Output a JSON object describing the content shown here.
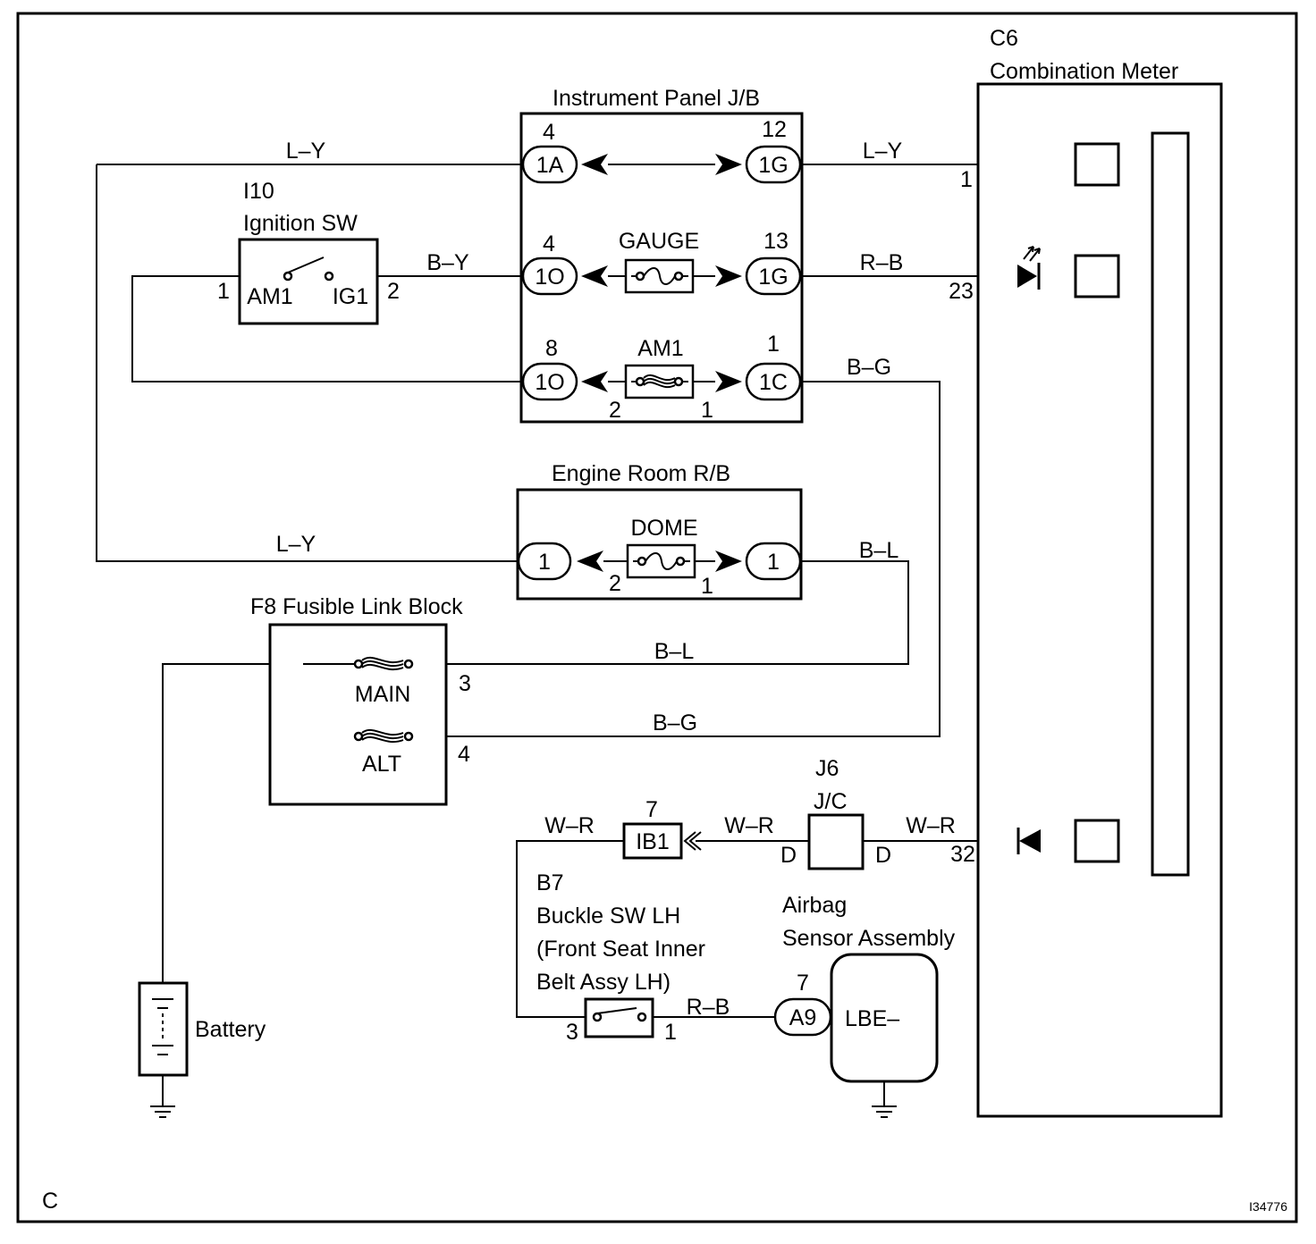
{
  "labels": {
    "instrument_panel_jb": "Instrument Panel J/B",
    "engine_room_rb": "Engine Room R/B",
    "fusible_link_block": "F8 Fusible Link Block",
    "ignition_sw_code": "I10",
    "ignition_sw_name": "Ignition SW",
    "combination_meter_code": "C6",
    "combination_meter_name": "Combination Meter",
    "jc_code": "J6",
    "jc_name": "J/C",
    "buckle_sw_code": "B7",
    "buckle_sw_line1": "Buckle SW LH",
    "buckle_sw_line2": "(Front Seat Inner",
    "buckle_sw_line3": "Belt Assy LH)",
    "airbag_line1": "Airbag",
    "airbag_line2": "Sensor Assembly",
    "airbag_terminal": "LBE–",
    "battery": "Battery",
    "corner_code": "C",
    "figure_id": "I34776"
  },
  "fuses": {
    "gauge": "GAUGE",
    "am1": "AM1",
    "dome": "DOME",
    "main": "MAIN",
    "alt": "ALT"
  },
  "switch_terminals": {
    "am1": "AM1",
    "ig1": "IG1"
  },
  "connectors": {
    "jb_left_top": "1A",
    "jb_left_mid": "1O",
    "jb_left_bot": "1O",
    "jb_right_top": "1G",
    "jb_right_mid": "1G",
    "jb_right_bot": "1C",
    "rb_left": "1",
    "rb_right": "1",
    "ib1": "IB1",
    "a9": "A9"
  },
  "pins": {
    "jb_lt": "4",
    "jb_rt": "12",
    "jb_lm": "4",
    "jb_rm": "13",
    "jb_lb": "8",
    "jb_rb": "1",
    "am1_fuse_left": "2",
    "am1_fuse_right": "1",
    "dome_left": "2",
    "dome_right": "1",
    "ign_left": "1",
    "ign_right": "2",
    "meter_1": "1",
    "meter_23": "23",
    "meter_32": "32",
    "fl_main": "3",
    "fl_alt": "4",
    "ib1_pin": "7",
    "jc_left": "D",
    "jc_right": "D",
    "buckle_left": "3",
    "buckle_right": "1",
    "a9_pin": "7"
  },
  "wires": {
    "ly_top": "L–Y",
    "ly_meter": "L–Y",
    "by": "B–Y",
    "rb_meter": "R–B",
    "bg_top": "B–G",
    "ly_rb": "L–Y",
    "bl_rb": "B–L",
    "bl_fl": "B–L",
    "bg_fl": "B–G",
    "wr_left": "W–R",
    "wr_mid": "W–R",
    "wr_right": "W–R",
    "rb_buckle": "R–B"
  }
}
